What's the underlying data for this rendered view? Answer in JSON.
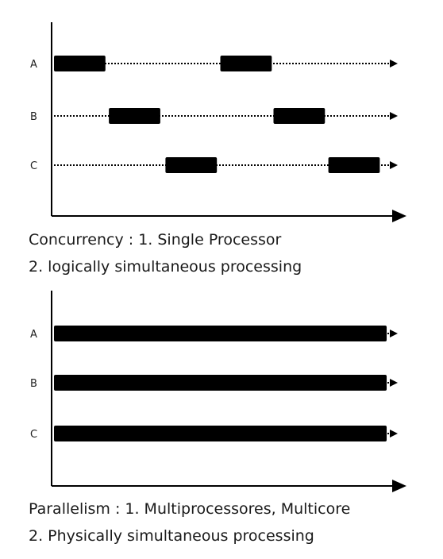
{
  "concurrency": {
    "rows": [
      {
        "label": "A",
        "segments": [
          [
            0.0,
            0.15
          ],
          [
            0.485,
            0.635
          ]
        ]
      },
      {
        "label": "B",
        "segments": [
          [
            0.16,
            0.31
          ],
          [
            0.64,
            0.79
          ]
        ]
      },
      {
        "label": "C",
        "segments": [
          [
            0.325,
            0.475
          ],
          [
            0.8,
            0.95
          ]
        ]
      }
    ],
    "caption_line1": "Concurrency : 1. Single Processor",
    "caption_line2": "2. logically simultaneous processing"
  },
  "parallelism": {
    "rows": [
      {
        "label": "A",
        "segments": [
          [
            0.0,
            0.97
          ]
        ]
      },
      {
        "label": "B",
        "segments": [
          [
            0.0,
            0.97
          ]
        ]
      },
      {
        "label": "C",
        "segments": [
          [
            0.0,
            0.97
          ]
        ]
      }
    ],
    "caption_line1": "Parallelism : 1. Multiprocessores, Multicore",
    "caption_line2": "2. Physically simultaneous processing"
  },
  "colors": {
    "ink": "#000000",
    "text": "#1a1a1a"
  }
}
